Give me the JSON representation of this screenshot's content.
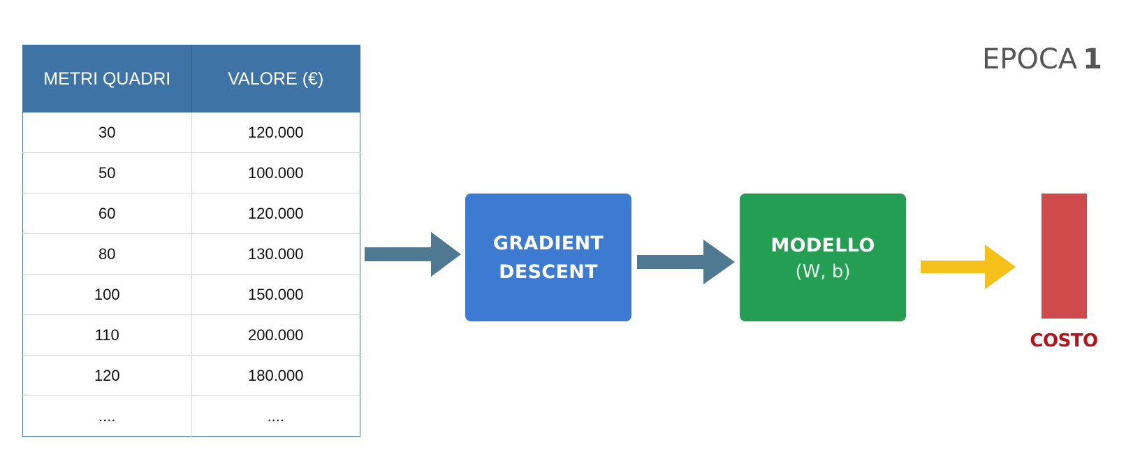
{
  "table": {
    "headers": [
      "METRI QUADRI",
      "VALORE (€)"
    ],
    "rows": [
      [
        "30",
        "120.000"
      ],
      [
        "50",
        "100.000"
      ],
      [
        "60",
        "120.000"
      ],
      [
        "80",
        "130.000"
      ],
      [
        "100",
        "150.000"
      ],
      [
        "110",
        "200.000"
      ],
      [
        "120",
        "180.000"
      ],
      [
        "....",
        "...."
      ]
    ]
  },
  "gradient_box": {
    "title_line1": "GRADIENT",
    "title_line2": "DESCENT",
    "color": "#3d7ad2"
  },
  "model_box": {
    "title": "MODELLO",
    "params": "(W, b)",
    "color": "#239e52"
  },
  "cost": {
    "label": "COSTO",
    "bar_color": "#cf4b4b",
    "label_color": "#b3141c"
  },
  "epoch": {
    "label": "EPOCA",
    "number": "1"
  },
  "arrows": {
    "table_to_gd_color": "#4f7891",
    "gd_to_model_color": "#4f7891",
    "model_to_cost_color": "#f5c018"
  },
  "colors": {
    "table_header": "#3d74a5"
  }
}
